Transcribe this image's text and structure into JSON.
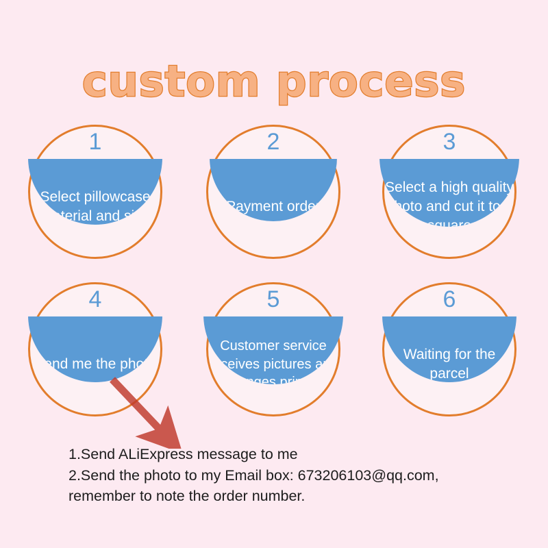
{
  "page": {
    "title": "custom process",
    "background_color": "#fdeaf1"
  },
  "colors": {
    "background": "#fdeaf1",
    "ring_orange": "#e27d2c",
    "title_fill": "#f7b183",
    "title_outline": "#e27d2c",
    "step_blue": "#5b9bd5",
    "step_text": "#ffffff",
    "arrow_red": "#c0392b",
    "note_text": "#1c1c1c"
  },
  "steps": [
    {
      "number": "1",
      "label": "Select pillowcase material and size"
    },
    {
      "number": "2",
      "label": "Payment order"
    },
    {
      "number": "3",
      "label": "Select a high quality photo and cut it to a square"
    },
    {
      "number": "4",
      "label": "Send me the photo"
    },
    {
      "number": "5",
      "label": "Customer service receives pictures and arranges printing"
    },
    {
      "number": "6",
      "label": "Waiting for the parcel"
    }
  ],
  "arrow": {
    "icon": "arrow-down-right-icon",
    "from_step": "4",
    "to": "instructions"
  },
  "note": {
    "line1": "1.Send ALiExpress message to me",
    "line2": "2.Send the photo to my Email box: 673206103@qq.com,",
    "line3": "remember to note the order number."
  }
}
